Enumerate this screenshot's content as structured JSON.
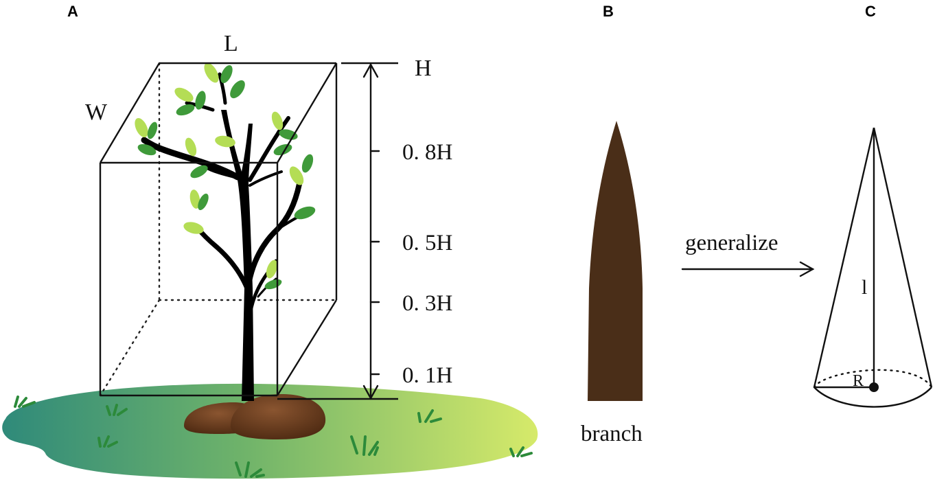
{
  "panels": {
    "a": {
      "letter": "A",
      "width_label": "W",
      "length_label": "L",
      "height_label": "H"
    },
    "b": {
      "letter": "B",
      "branch_label": "branch",
      "action_label": "generalize"
    },
    "c": {
      "letter": "C",
      "slant_label": "l",
      "radius_label": "R"
    }
  },
  "height_ticks": [
    "0. 8H",
    "0. 5H",
    "0. 3H",
    "0. 1H"
  ],
  "colors": {
    "branch": "#4a2e18",
    "trunk": "#000000",
    "leaf_dark": "#3f9a3a",
    "leaf_light": "#b4dd55",
    "ground_left": "#2f8a7a",
    "ground_right": "#d6ea6a",
    "soil": "#6b3d1e",
    "grass": "#2c8a3a"
  }
}
